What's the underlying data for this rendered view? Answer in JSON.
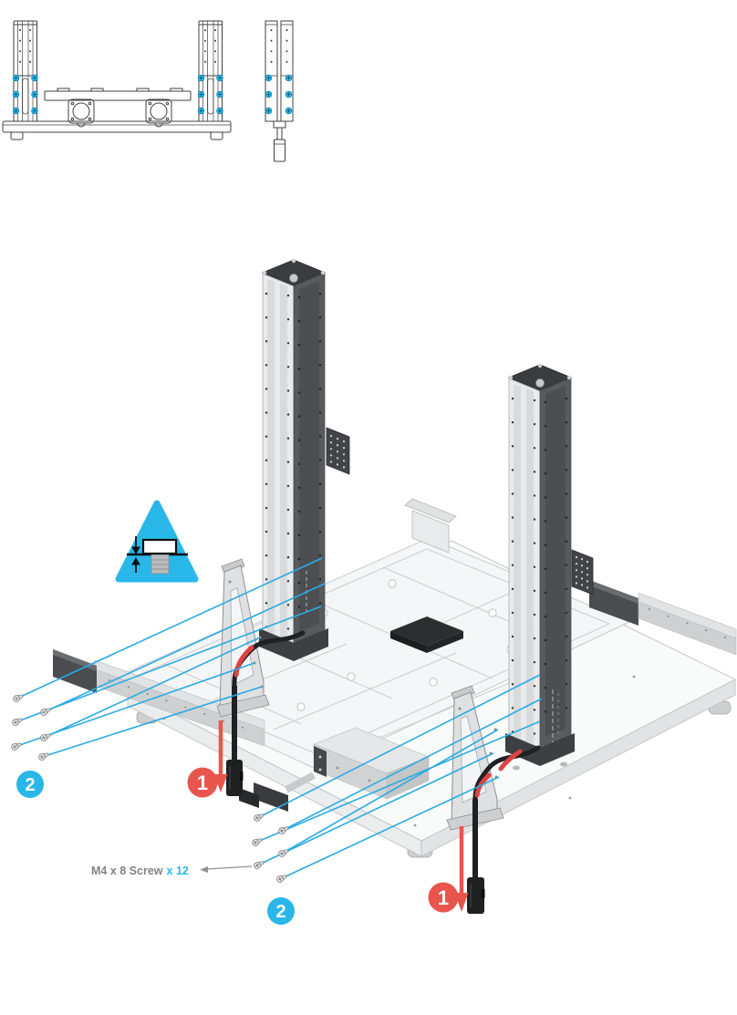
{
  "figure": {
    "callouts": {
      "step1": "1",
      "step2": "2"
    },
    "screw_label": {
      "name": "M4 x 8 Screw",
      "quantity": "x 12"
    },
    "colors": {
      "accent_cyan": "#29b7e9",
      "leader_blue": "#2aabe2",
      "step_red": "#e8554d",
      "label_gray": "#808285",
      "line_dark": "#414042"
    }
  }
}
